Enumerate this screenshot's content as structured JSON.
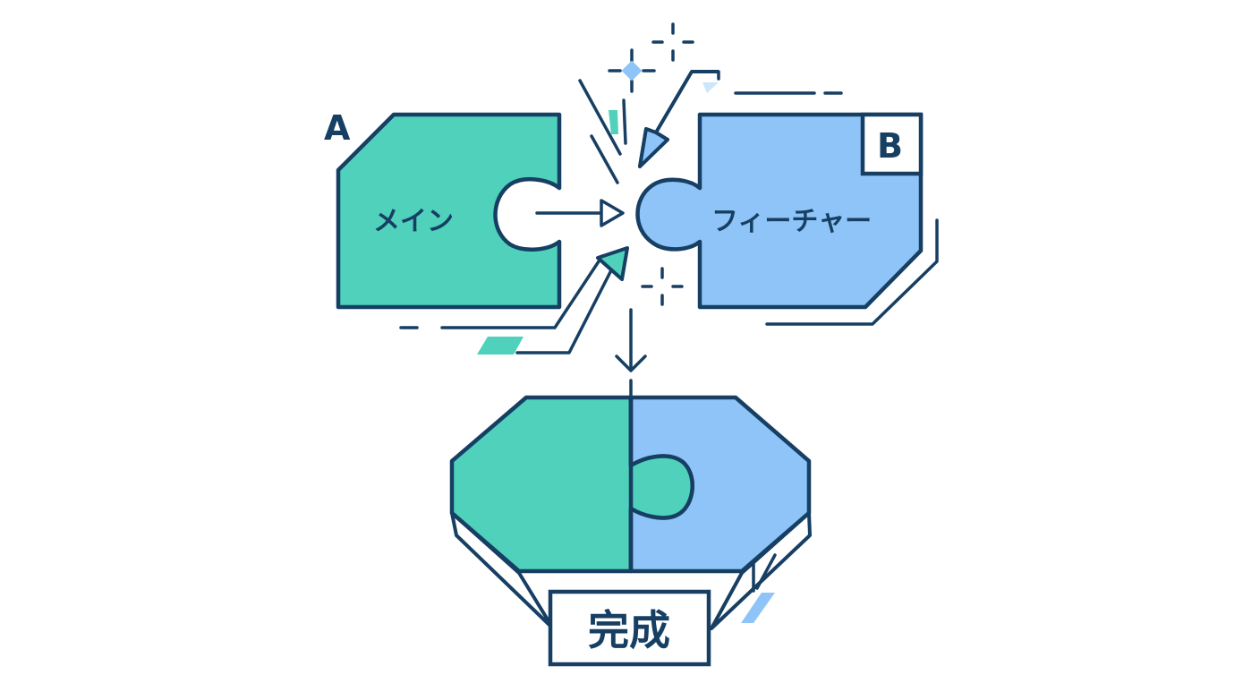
{
  "labels": {
    "piece_a_letter": "A",
    "piece_b_letter": "B",
    "piece_a_text": "メイン",
    "piece_b_text": "フィーチャー",
    "result_text": "完成"
  },
  "colors": {
    "outline": "#163f63",
    "piece_a_fill": "#4fd1bb",
    "piece_b_fill": "#8ec4f7",
    "background": "#ffffff"
  }
}
